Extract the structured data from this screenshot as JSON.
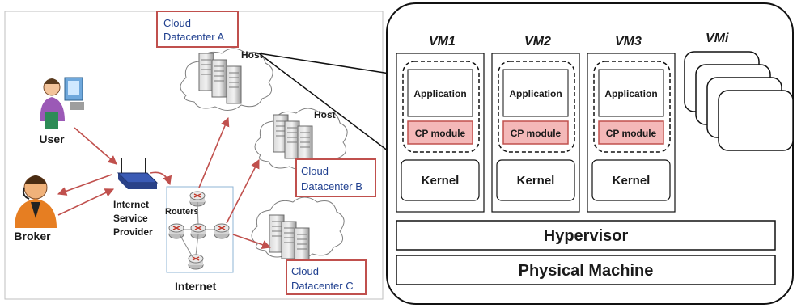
{
  "network": {
    "user_label": "User",
    "broker_label": "Broker",
    "isp_label": [
      "Internet",
      "Service",
      "Provider"
    ],
    "routers_label": "Routers",
    "internet_label": "Internet",
    "host_a_label": "Host",
    "host_b_label": "Host",
    "datacenter_a": [
      "Cloud",
      "Datacenter A"
    ],
    "datacenter_b": [
      "Cloud",
      "Datacenter B"
    ],
    "datacenter_c": [
      "Cloud",
      "Datacenter C"
    ]
  },
  "host_detail": {
    "vms": [
      {
        "name": "VM1",
        "app": "Application",
        "cp": "CP module",
        "kernel": "Kernel"
      },
      {
        "name": "VM2",
        "app": "Application",
        "cp": "CP module",
        "kernel": "Kernel"
      },
      {
        "name": "VM3",
        "app": "Application",
        "cp": "CP module",
        "kernel": "Kernel"
      }
    ],
    "vmi_label": "VMi",
    "hypervisor_label": "Hypervisor",
    "physical_label": "Physical Machine"
  },
  "colors": {
    "arrow": "#c0504d",
    "box_border": "#c0504d",
    "cp_fill": "#f4b8b8",
    "text_blue": "#1f3f8f"
  }
}
